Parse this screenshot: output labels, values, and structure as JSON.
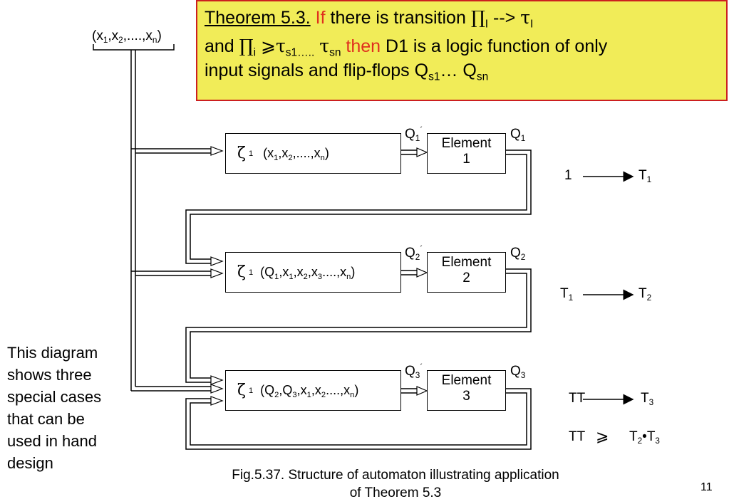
{
  "theorem": {
    "title": "Theorem 5.3.",
    "if_word": "If",
    "line1_text": "there is transition",
    "pi_symbol": "∏",
    "line1_sub": "I",
    "arrow": "-->",
    "tau_symbol": "τ",
    "line1_tau_sub": "I",
    "and_word": "and",
    "pi_sub_i": "i",
    "ge_symbol": "⩾",
    "tau_s1_sub": "s1…..",
    "tau_sn_sub": "sn",
    "then_word": "then",
    "line2_text": "D1 is a logic function of only",
    "line3_text": "input signals and flip-flops Q",
    "q_s1_sub": "s1",
    "ellipsis": "… Q",
    "q_sn_sub": "sn"
  },
  "inputs_label": {
    "open": "(x",
    "s1": "1",
    "c1": ",x",
    "s2": "2",
    "c2": ",....,x",
    "sn": "n",
    "close": ")"
  },
  "function_symbol": "ζ",
  "blocks": [
    {
      "fn_sub": "1",
      "args_html_parts": [
        "(x",
        "1",
        ",x",
        "2",
        ",....,x",
        "n",
        ")"
      ]
    },
    {
      "fn_sub": "1",
      "args_html_parts": [
        "(Q",
        "1",
        ",x",
        "1",
        ",x",
        "2",
        ",x",
        "3",
        "....,x",
        "n",
        ")"
      ]
    },
    {
      "fn_sub": "1",
      "args_html_parts": [
        "(Q",
        "2",
        ",Q",
        "3",
        ",x",
        "1",
        ",x",
        "2",
        "....,x",
        "n",
        ")"
      ]
    }
  ],
  "elements": [
    {
      "line1": "Element",
      "line2": "1",
      "q_prime": "Q",
      "q_prime_sub": "1",
      "q_out": "Q",
      "q_out_sub": "1",
      "prime": "´"
    },
    {
      "line1": "Element",
      "line2": "2",
      "q_prime": "Q",
      "q_prime_sub": "2",
      "q_out": "Q",
      "q_out_sub": "2",
      "prime": "´"
    },
    {
      "line1": "Element",
      "line2": "3",
      "q_prime": "Q",
      "q_prime_sub": "3",
      "q_out": "Q",
      "q_out_sub": "3",
      "prime": "´"
    }
  ],
  "timing": [
    {
      "left": "1",
      "left_sub": "",
      "right": "T",
      "right_sub": "1"
    },
    {
      "left": "T",
      "left_sub": "1",
      "right": "T",
      "right_sub": "2"
    },
    {
      "left": "TT",
      "left_sub": "",
      "right": "T",
      "right_sub": "3"
    }
  ],
  "relation": {
    "left": "TT",
    "op": "⩾",
    "a": "T",
    "a_sub": "2",
    "dot": "•",
    "b": "T",
    "b_sub": "3"
  },
  "side_note": [
    "This diagram",
    "shows three",
    "special cases",
    "that can be",
    "used in hand",
    "design"
  ],
  "caption": {
    "line1": "Fig.5.37. Structure of automaton illustrating application",
    "line2": "of Theorem 5.3"
  },
  "page_number": "11"
}
